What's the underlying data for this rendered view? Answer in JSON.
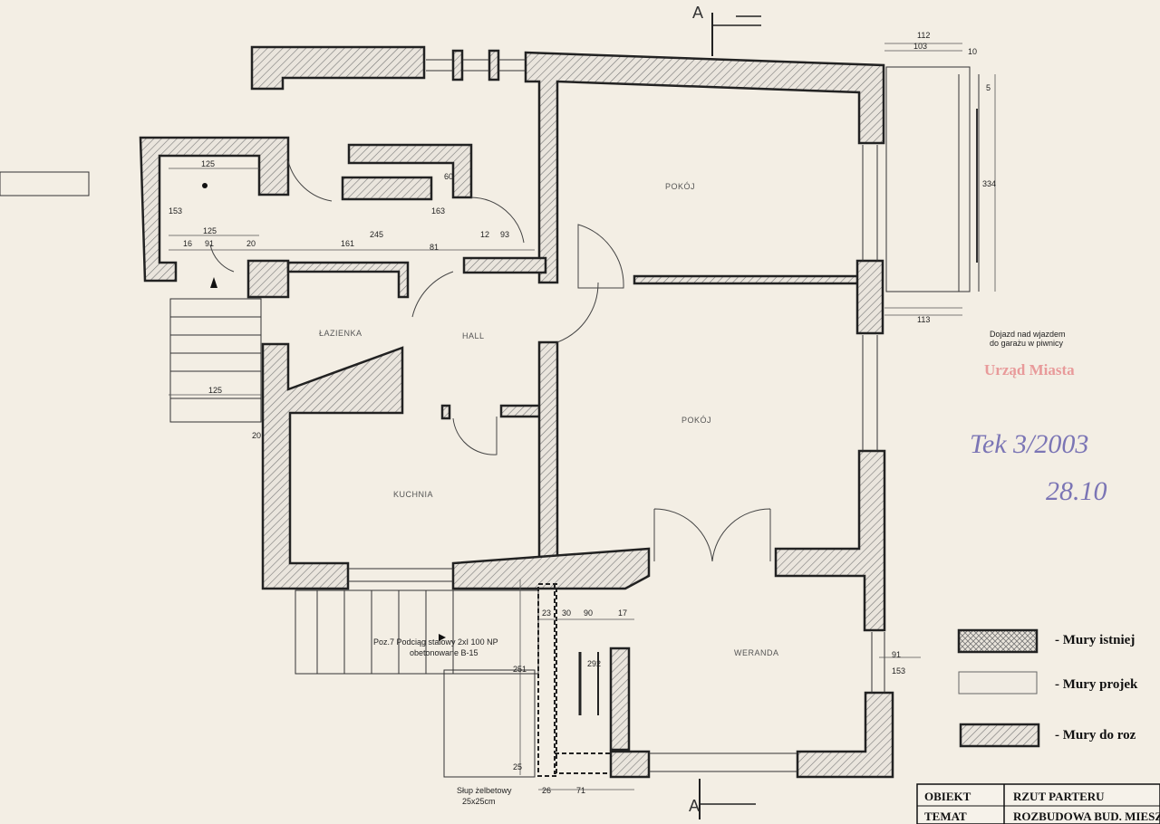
{
  "section_marker": "A",
  "rooms": {
    "pokoj_top": "POKÓJ",
    "pokoj_mid": "POKÓJ",
    "lazienka": "ŁAZIENKA",
    "hall": "HALL",
    "kuchnia": "KUCHNIA",
    "weranda": "WERANDA"
  },
  "dimensions": {
    "d112": "112",
    "d103": "103",
    "d10": "10",
    "d125a": "125",
    "d153": "153",
    "d125b": "125",
    "d16": "16",
    "d91": "91",
    "d20": "20",
    "d161": "161",
    "d245": "245",
    "d81": "81",
    "d12": "12",
    "d93": "93",
    "d60": "60",
    "d163": "163",
    "d125c": "125",
    "d20b": "20",
    "d23": "23",
    "d30": "30",
    "d90": "90",
    "d17": "17",
    "d251": "251",
    "d292": "292",
    "d25": "25",
    "d26": "26",
    "d71": "71",
    "d334": "334",
    "d5": "5",
    "d113": "113",
    "d91b": "91",
    "d153b": "153"
  },
  "notes": {
    "poz7_line1": "Poz.7 Podciąg stalowy 2xI 100 NP",
    "poz7_line2": "obetonowane B-15",
    "slup_line1": "Słup żelbetowy",
    "slup_line2": "25x25cm",
    "garage_note_line1": "Dojazd nad wjazdem",
    "garage_note_line2": "do garażu w piwnicy"
  },
  "stamp": {
    "office": "Urząd Miasta",
    "signature": "Tek 3/2003",
    "date": "28.10"
  },
  "legend": {
    "existing": "- Mury istniej",
    "projected": "- Mury projek",
    "demolish": "- Mury do roz"
  },
  "title_block": {
    "obiekt_label": "OBIEKT",
    "obiekt_value": "RZUT PARTERU",
    "temat_label": "TEMAT",
    "temat_value": "ROZBUDOWA BUD. MIESZK."
  }
}
